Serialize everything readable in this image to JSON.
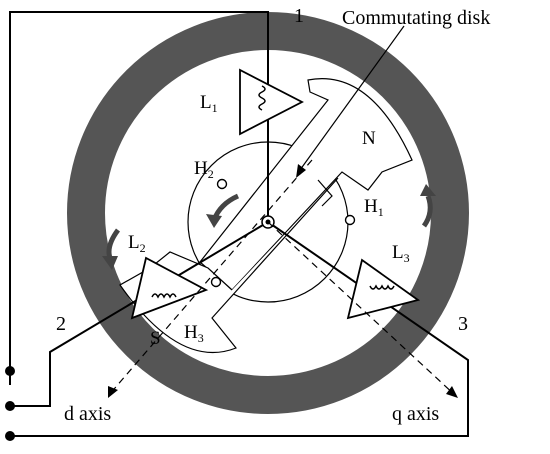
{
  "diagram": {
    "callout": "Commutating disk",
    "terminals": [
      "1",
      "2",
      "3"
    ],
    "coils": {
      "l1": "L",
      "l1_sub": "1",
      "l2": "L",
      "l2_sub": "2",
      "l3": "L",
      "l3_sub": "3"
    },
    "poles": {
      "north": "N",
      "south": "S"
    },
    "sensors": {
      "h1": "H",
      "h1_sub": "1",
      "h2": "H",
      "h2_sub": "2",
      "h3": "H",
      "h3_sub": "3"
    },
    "axes": {
      "d": "d axis",
      "q": "q axis"
    },
    "colors": {
      "stator_ring": "#555555",
      "line": "#000000",
      "background": "#ffffff"
    }
  }
}
